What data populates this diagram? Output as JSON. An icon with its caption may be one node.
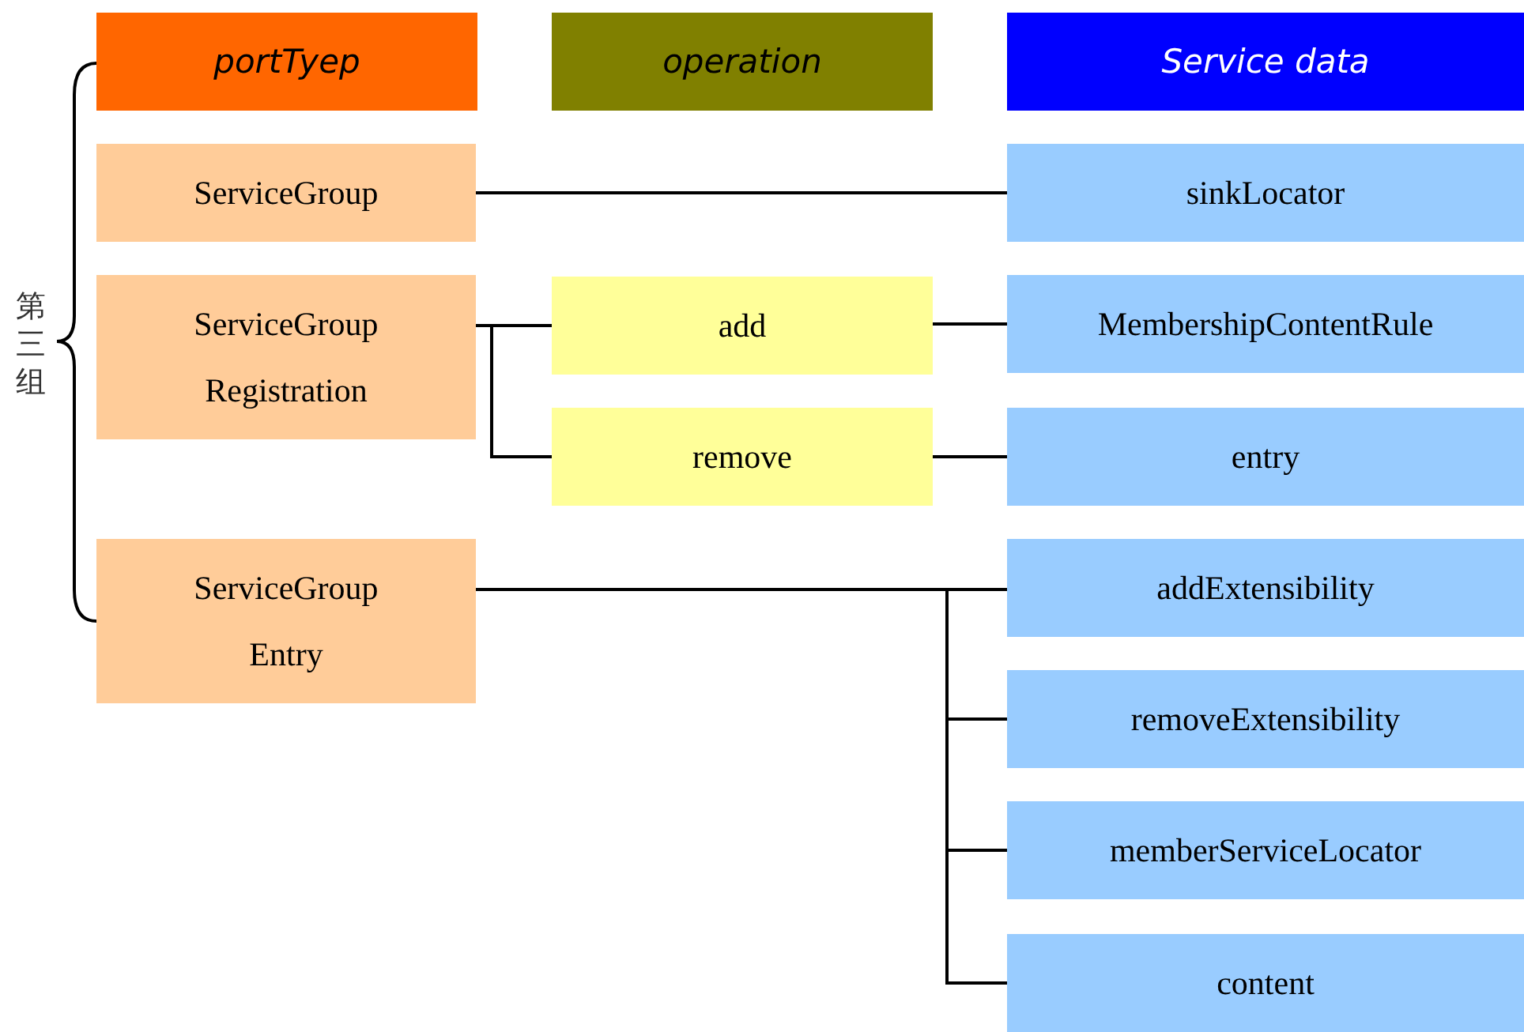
{
  "diagram": {
    "nodes": [
      {
        "text": [
          "portTyep"
        ]
      },
      {
        "text": [
          "operation"
        ]
      },
      {
        "text": [
          "Service data"
        ]
      },
      {
        "text": [
          "ServiceGroup"
        ]
      },
      {
        "text": [
          "ServiceGroup Registration"
        ]
      },
      {
        "text": [
          "ServiceGroup Entry"
        ]
      },
      {
        "text": [
          "add"
        ]
      },
      {
        "text": [
          "remove"
        ]
      },
      {
        "text": [
          "sinkLocator"
        ]
      },
      {
        "text": [
          "MembershipContentRule"
        ]
      },
      {
        "text": [
          "entry"
        ]
      },
      {
        "text": [
          "addExtensibility"
        ]
      },
      {
        "text": [
          "removeExtensibility"
        ]
      },
      {
        "text": [
          "memberServiceLocator"
        ]
      },
      {
        "text": [
          "content"
        ]
      }
    ],
    "edges": [
      {
        "from": 3,
        "to": 8,
        "arrow": "none"
      },
      {
        "from": 4,
        "to": 6,
        "arrow": "none"
      },
      {
        "from": 4,
        "to": 7,
        "arrow": "none"
      },
      {
        "from": 6,
        "to": 9,
        "arrow": "none"
      },
      {
        "from": 7,
        "to": 10,
        "arrow": "none"
      },
      {
        "from": 5,
        "to": 11,
        "arrow": "none"
      },
      {
        "from": 5,
        "to": 12,
        "arrow": "none"
      },
      {
        "from": 5,
        "to": 13,
        "arrow": "none"
      },
      {
        "from": 5,
        "to": 14,
        "arrow": "none"
      }
    ],
    "labels": [
      "第三组"
    ]
  }
}
